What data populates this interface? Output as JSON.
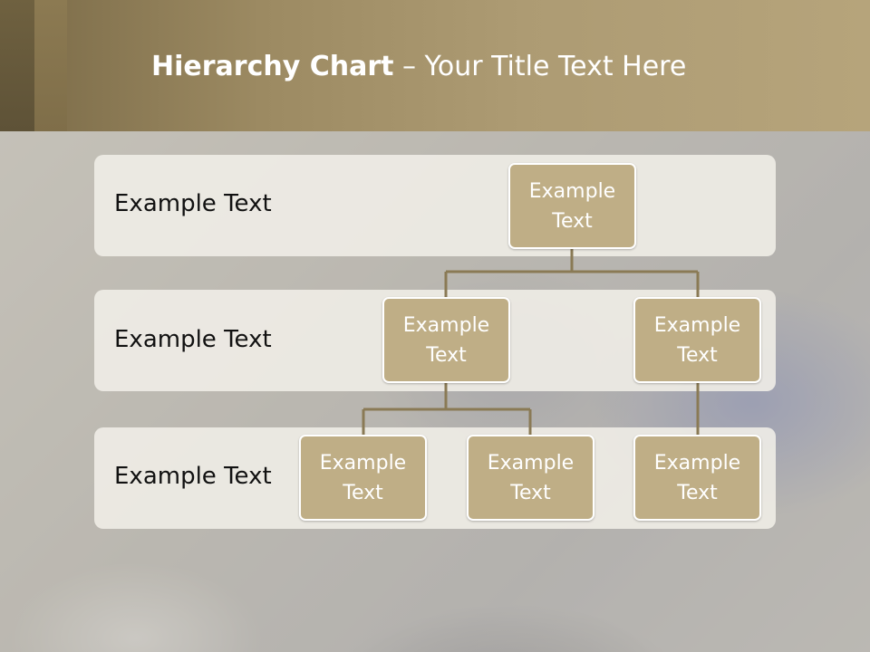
{
  "slide": {
    "title_bold": "Hierarchy Chart",
    "title_rest": " – Your Title Text Here"
  },
  "tiers": [
    {
      "label": "Example Text"
    },
    {
      "label": "Example Text"
    },
    {
      "label": "Example Text"
    }
  ],
  "nodes": [
    {
      "id": "root",
      "text": "Example Text"
    },
    {
      "id": "mid-left",
      "text": "Example Text"
    },
    {
      "id": "mid-right",
      "text": "Example Text"
    },
    {
      "id": "leaf-1",
      "text": "Example Text"
    },
    {
      "id": "leaf-2",
      "text": "Example Text"
    },
    {
      "id": "leaf-3",
      "text": "Example Text"
    }
  ],
  "colors": {
    "node_fill": "#bfae86",
    "connector": "#8a7a55",
    "title_band": "#ad9b73"
  }
}
